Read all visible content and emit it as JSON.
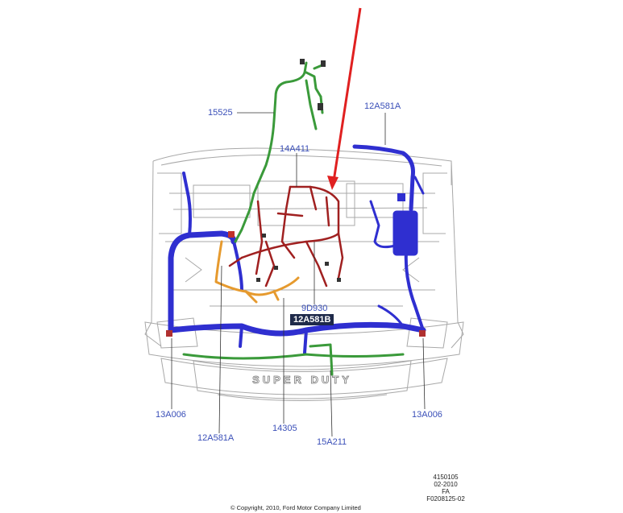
{
  "callouts": {
    "c15525": "15525",
    "c12A581A_top": "12A581A",
    "c14A411": "14A411",
    "c9D930": "9D930",
    "c12A581B": "12A581B",
    "c13A006_left": "13A006",
    "c12A581A_bottom": "12A581A",
    "c14305": "14305",
    "c15A211": "15A211",
    "c13A006_right": "13A006"
  },
  "grille_text": "SUPER DUTY",
  "doc_info": {
    "line1": "4150105",
    "line2": "02-2010",
    "line3": "FA",
    "line4": "F0208125-02"
  },
  "copyright": "© Copyright, 2010, Ford Motor Company Limited",
  "colors": {
    "callout_text": "#3a4fb8",
    "harness_blue": "#2f2fd0",
    "harness_red": "#a02020",
    "harness_green": "#3a9a3a",
    "harness_orange": "#e69a2e",
    "arrow_red": "#e02020",
    "outline": "#9a9a9a"
  }
}
